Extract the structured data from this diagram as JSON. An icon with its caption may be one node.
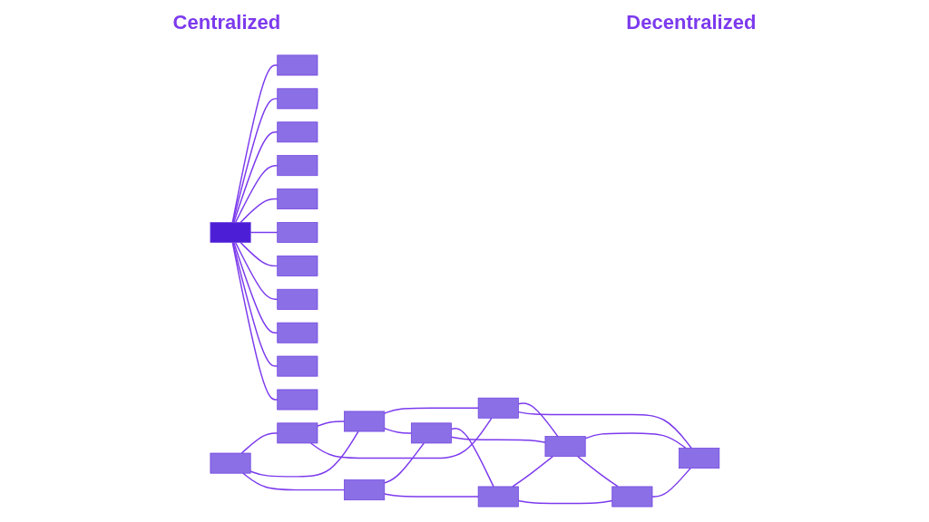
{
  "diagram": {
    "nodes": [
      {
        "text": [],
        "shape": "box"
      },
      {
        "text": [],
        "shape": "box"
      },
      {
        "text": [],
        "shape": "box"
      },
      {
        "text": [],
        "shape": "box"
      },
      {
        "text": [],
        "shape": "box"
      },
      {
        "text": [],
        "shape": "box"
      },
      {
        "text": [],
        "shape": "box"
      },
      {
        "text": [],
        "shape": "box"
      },
      {
        "text": [],
        "shape": "box"
      },
      {
        "text": [],
        "shape": "box"
      },
      {
        "text": [],
        "shape": "box"
      },
      {
        "text": [],
        "shape": "box"
      },
      {
        "text": [],
        "shape": "box"
      },
      {
        "text": [],
        "shape": "box"
      },
      {
        "text": [],
        "shape": "box"
      },
      {
        "text": [],
        "shape": "box"
      },
      {
        "text": [],
        "shape": "box"
      },
      {
        "text": [],
        "shape": "box"
      },
      {
        "text": [],
        "shape": "box"
      },
      {
        "text": [],
        "shape": "box"
      },
      {
        "text": [],
        "shape": "box"
      },
      {
        "text": [],
        "shape": "box"
      }
    ],
    "edges": [
      {
        "from": 0,
        "to": 1,
        "arrow": "none"
      },
      {
        "from": 0,
        "to": 2,
        "arrow": "none"
      },
      {
        "from": 0,
        "to": 3,
        "arrow": "none"
      },
      {
        "from": 0,
        "to": 4,
        "arrow": "none"
      },
      {
        "from": 0,
        "to": 5,
        "arrow": "none"
      },
      {
        "from": 0,
        "to": 6,
        "arrow": "none"
      },
      {
        "from": 0,
        "to": 7,
        "arrow": "none"
      },
      {
        "from": 0,
        "to": 8,
        "arrow": "none"
      },
      {
        "from": 0,
        "to": 9,
        "arrow": "none"
      },
      {
        "from": 0,
        "to": 10,
        "arrow": "none"
      },
      {
        "from": 0,
        "to": 11,
        "arrow": "none"
      },
      {
        "from": 12,
        "to": 13,
        "arrow": "none"
      },
      {
        "from": 12,
        "to": 15,
        "arrow": "none"
      },
      {
        "from": 12,
        "to": 14,
        "arrow": "none"
      },
      {
        "from": 13,
        "to": 15,
        "arrow": "none"
      },
      {
        "from": 13,
        "to": 18,
        "arrow": "none"
      },
      {
        "from": 15,
        "to": 18,
        "arrow": "none"
      },
      {
        "from": 15,
        "to": 16,
        "arrow": "none"
      },
      {
        "from": 14,
        "to": 16,
        "arrow": "none"
      },
      {
        "from": 14,
        "to": 17,
        "arrow": "none"
      },
      {
        "from": 16,
        "to": 17,
        "arrow": "none"
      },
      {
        "from": 16,
        "to": 19,
        "arrow": "none"
      },
      {
        "from": 17,
        "to": 19,
        "arrow": "none"
      },
      {
        "from": 17,
        "to": 20,
        "arrow": "none"
      },
      {
        "from": 18,
        "to": 19,
        "arrow": "none"
      },
      {
        "from": 18,
        "to": 21,
        "arrow": "none"
      },
      {
        "from": 19,
        "to": 21,
        "arrow": "none"
      },
      {
        "from": 19,
        "to": 20,
        "arrow": "none"
      },
      {
        "from": 20,
        "to": 21,
        "arrow": "none"
      }
    ],
    "labels": [
      "Centralized",
      "Decentralized"
    ]
  }
}
